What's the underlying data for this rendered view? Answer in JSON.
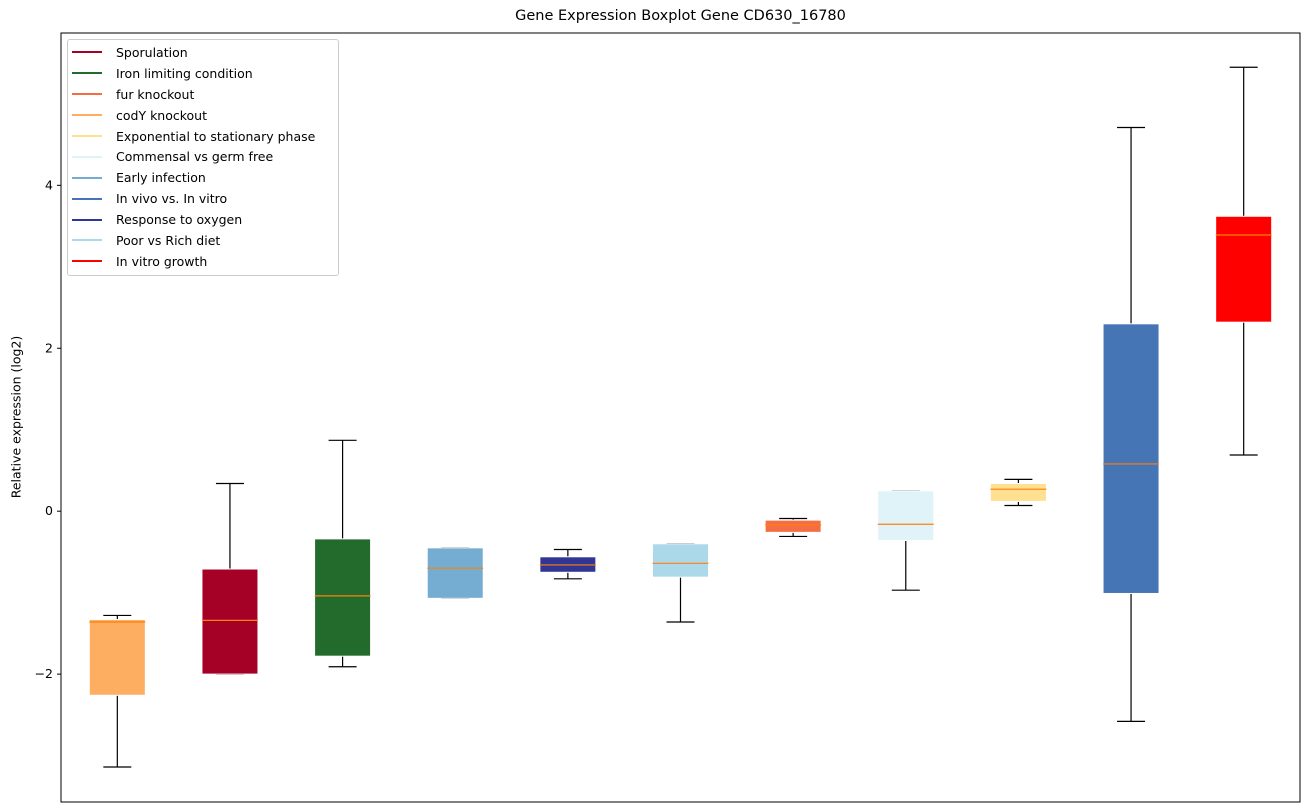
{
  "chart_data": {
    "type": "box",
    "title": "Gene Expression Boxplot Gene CD630_16780",
    "xlabel": "",
    "ylabel": "Relative expression (log2)",
    "ylim": [
      -3.57,
      5.87
    ],
    "yticks": [
      -2,
      0,
      2,
      4
    ],
    "ytick_labels": [
      "−2",
      "0",
      "2",
      "4"
    ],
    "grid": false,
    "legend_position": "top-left",
    "legend": [
      {
        "label": "Sporulation",
        "color": "#a50026"
      },
      {
        "label": "Iron limiting condition",
        "color": "#236b2c"
      },
      {
        "label": "fur knockout",
        "color": "#f46d43"
      },
      {
        "label": "codY knockout",
        "color": "#fdae61"
      },
      {
        "label": "Exponential to stationary phase",
        "color": "#fee090"
      },
      {
        "label": "Commensal vs germ free",
        "color": "#e0f3f8"
      },
      {
        "label": "Early infection",
        "color": "#74add1"
      },
      {
        "label": "In vivo vs. In vitro",
        "color": "#4575b4"
      },
      {
        "label": "Response to oxygen",
        "color": "#313695"
      },
      {
        "label": "Poor vs Rich diet",
        "color": "#abd9e9"
      },
      {
        "label": "In vitro growth",
        "color": "#ff0000"
      }
    ],
    "median_color": "#ff7f0e",
    "boxes": [
      {
        "name": "codY knockout",
        "color": "#fdae61",
        "whisker_low": -3.14,
        "q1": -2.26,
        "median": -1.36,
        "q3": -1.33,
        "whisker_high": -1.28
      },
      {
        "name": "Sporulation",
        "color": "#a50026",
        "whisker_low": -2.0,
        "q1": -2.0,
        "median": -1.34,
        "q3": -0.71,
        "whisker_high": 0.34
      },
      {
        "name": "Iron limiting condition",
        "color": "#236b2c",
        "whisker_low": -1.91,
        "q1": -1.78,
        "median": -1.04,
        "q3": -0.34,
        "whisker_high": 0.87
      },
      {
        "name": "Early infection",
        "color": "#74add1",
        "whisker_low": -1.07,
        "q1": -1.07,
        "median": -0.7,
        "q3": -0.45,
        "whisker_high": -0.45
      },
      {
        "name": "Response to oxygen",
        "color": "#313695",
        "whisker_low": -0.83,
        "q1": -0.75,
        "median": -0.66,
        "q3": -0.56,
        "whisker_high": -0.47
      },
      {
        "name": "Poor vs Rich diet",
        "color": "#abd9e9",
        "whisker_low": -1.36,
        "q1": -0.81,
        "median": -0.64,
        "q3": -0.4,
        "whisker_high": -0.4
      },
      {
        "name": "fur knockout",
        "color": "#f46d43",
        "whisker_low": -0.31,
        "q1": -0.26,
        "median": -0.17,
        "q3": -0.11,
        "whisker_high": -0.09
      },
      {
        "name": "Commensal vs germ free",
        "color": "#e0f3f8",
        "whisker_low": -0.97,
        "q1": -0.36,
        "median": -0.16,
        "q3": 0.25,
        "whisker_high": 0.25
      },
      {
        "name": "Exponential to stationary phase",
        "color": "#fee090",
        "whisker_low": 0.07,
        "q1": 0.12,
        "median": 0.27,
        "q3": 0.34,
        "whisker_high": 0.39
      },
      {
        "name": "In vivo vs. In vitro",
        "color": "#4575b4",
        "whisker_low": -2.58,
        "q1": -1.01,
        "median": 0.58,
        "q3": 2.3,
        "whisker_high": 4.71
      },
      {
        "name": "In vitro growth",
        "color": "#ff0000",
        "whisker_low": 0.69,
        "q1": 2.32,
        "median": 3.39,
        "q3": 3.62,
        "whisker_high": 5.45
      }
    ]
  }
}
